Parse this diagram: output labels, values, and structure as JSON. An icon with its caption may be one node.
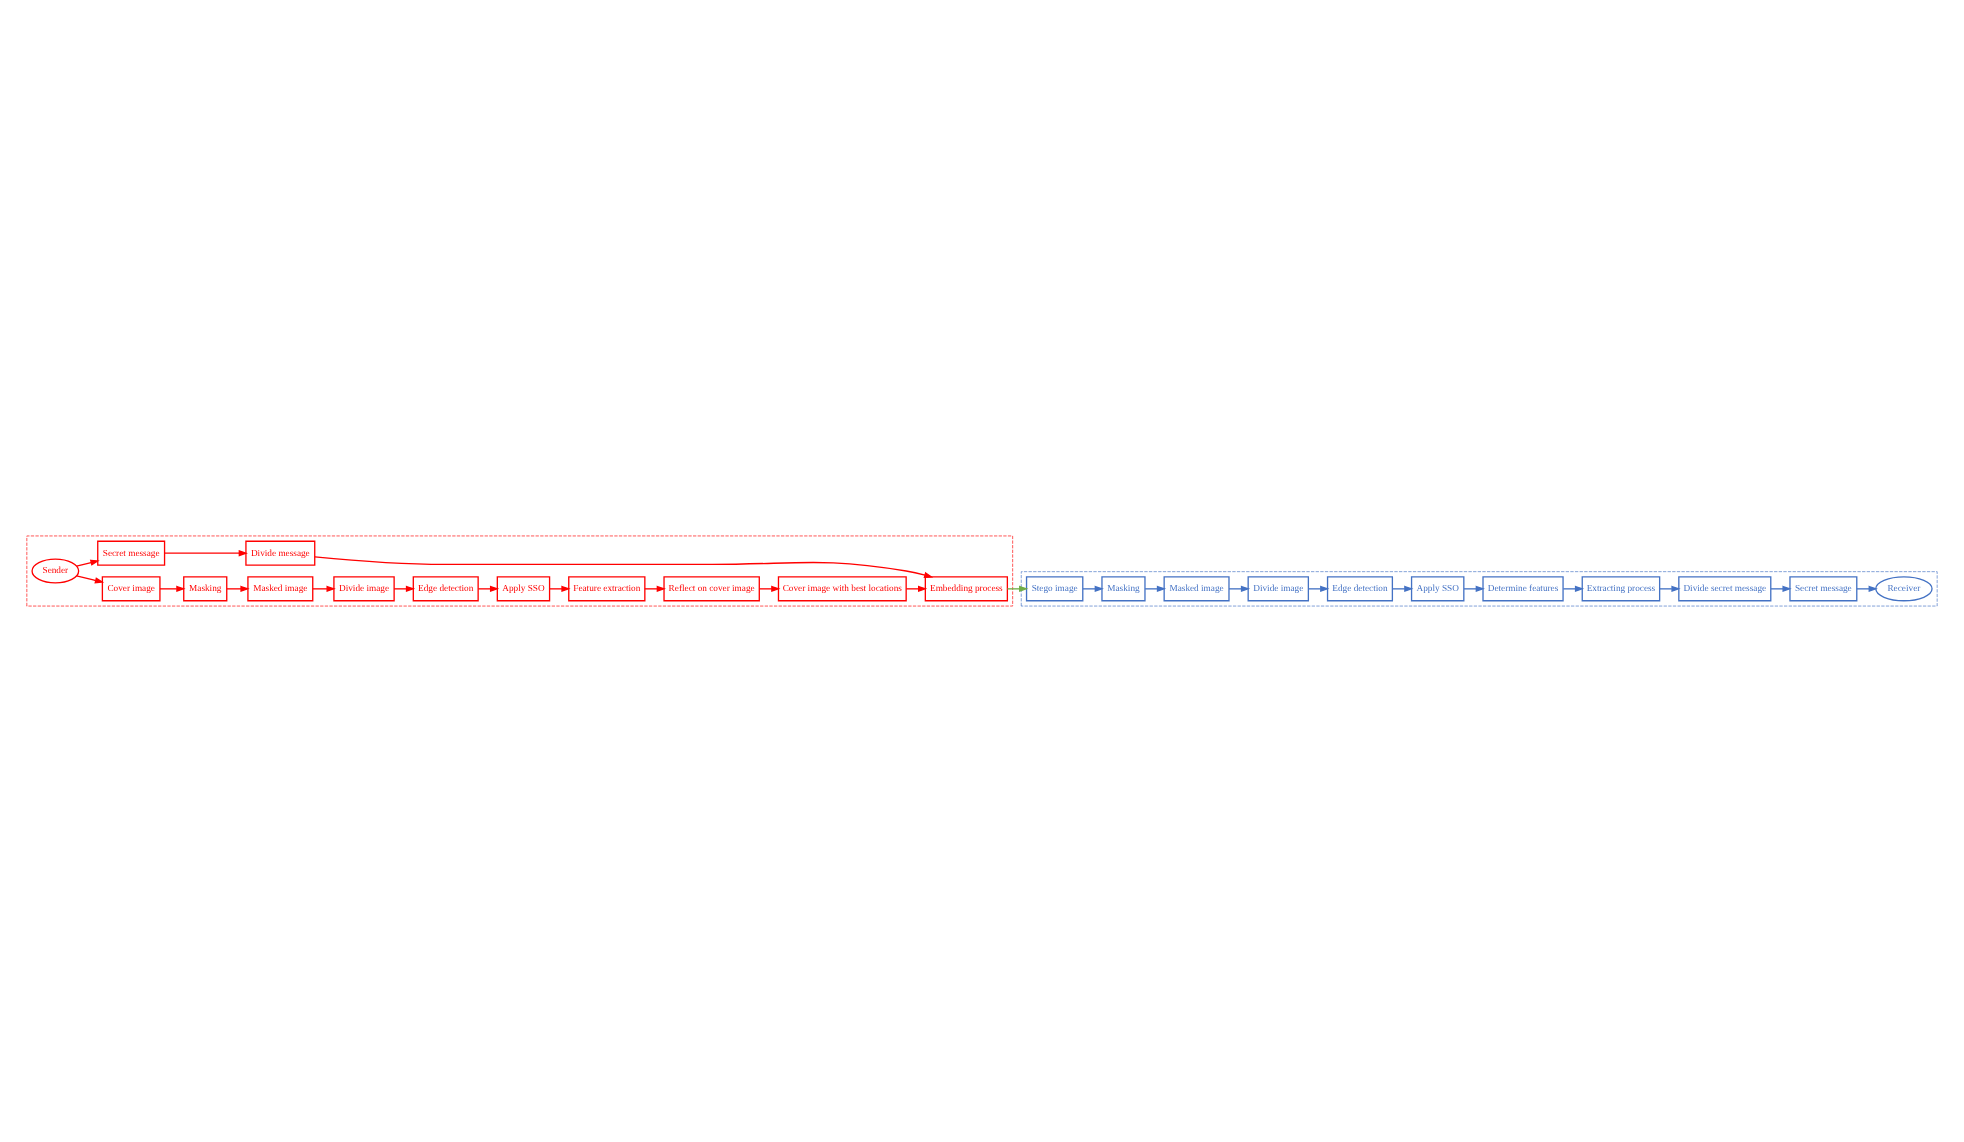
{
  "diagram": {
    "nodes": [
      {
        "text": [],
        "shape": "box"
      },
      {
        "text": [
          "Sender"
        ],
        "in": 0
      },
      {
        "text": [
          "Cover image"
        ],
        "in": 0
      },
      {
        "text": [
          "Masking"
        ],
        "in": 0
      },
      {
        "text": [
          "Masked image"
        ],
        "in": 0
      },
      {
        "text": [
          "Divide image"
        ],
        "in": 0
      },
      {
        "text": [
          "Feature extraction"
        ],
        "in": 0
      },
      {
        "text": [
          "Apply SSO"
        ],
        "in": 0
      },
      {
        "text": [
          "Edge detection"
        ],
        "in": 0
      },
      {
        "text": [
          "Reflect on cover image"
        ],
        "in": 0
      },
      {
        "text": [
          "Cover image with best locations"
        ],
        "in": 0
      },
      {
        "text": [
          "Secret message"
        ],
        "in": 0
      },
      {
        "text": [
          "Divide message"
        ],
        "in": 0
      },
      {
        "text": [
          "Embedding process"
        ],
        "in": 0
      },
      {
        "text": [],
        "shape": "box"
      },
      {
        "text": [
          "Receiver"
        ],
        "in": 14
      },
      {
        "text": [
          "Divide image"
        ],
        "in": 14
      },
      {
        "text": [
          "Masked image"
        ],
        "in": 14
      },
      {
        "text": [
          "Masking"
        ],
        "in": 14
      },
      {
        "text": [
          "Stego image"
        ],
        "in": 14
      },
      {
        "text": [
          "Edge detection"
        ],
        "in": 14
      },
      {
        "text": [
          "Apply SSO"
        ],
        "in": 14
      },
      {
        "text": [
          "Determine features"
        ],
        "in": 14
      },
      {
        "text": [
          "Secret message"
        ],
        "in": 14
      },
      {
        "text": [
          "Divide secret message"
        ],
        "in": 14
      },
      {
        "text": [
          "Extracting process"
        ],
        "in": 14
      }
    ],
    "edges": [
      {
        "from": 1,
        "to": 2,
        "arrow": "to"
      },
      {
        "from": 2,
        "to": 3,
        "arrow": "to"
      },
      {
        "from": 3,
        "to": 4,
        "arrow": "to"
      },
      {
        "from": 4,
        "to": 5,
        "arrow": "to"
      },
      {
        "from": 5,
        "to": 8,
        "arrow": "to"
      },
      {
        "from": 8,
        "to": 7,
        "arrow": "to"
      },
      {
        "from": 7,
        "to": 6,
        "arrow": "to"
      },
      {
        "from": 6,
        "to": 9,
        "arrow": "to"
      },
      {
        "from": 9,
        "to": 10,
        "arrow": "to"
      },
      {
        "from": 10,
        "to": 13,
        "arrow": "to"
      },
      {
        "from": 1,
        "to": 11,
        "arrow": "to"
      },
      {
        "from": 11,
        "to": 12,
        "arrow": "to"
      },
      {
        "from": 12,
        "to": 13,
        "arrow": "to"
      },
      {
        "from": 13,
        "to": 19,
        "arrow": "to",
        "color": "#70ad47"
      },
      {
        "from": 19,
        "to": 18,
        "arrow": "to",
        "color": "#4472c4"
      },
      {
        "from": 18,
        "to": 17,
        "arrow": "to",
        "color": "#4472c4"
      },
      {
        "from": 17,
        "to": 16,
        "arrow": "to",
        "color": "#4472c4"
      },
      {
        "from": 16,
        "to": 20,
        "arrow": "to",
        "color": "#4472c4"
      },
      {
        "from": 20,
        "to": 21,
        "arrow": "to",
        "color": "#4472c4"
      },
      {
        "from": 21,
        "to": 22,
        "arrow": "to",
        "color": "#4472c4"
      },
      {
        "from": 22,
        "to": 25,
        "arrow": "to",
        "color": "#4472c4"
      },
      {
        "from": 25,
        "to": 24,
        "arrow": "to",
        "color": "#4472c4"
      },
      {
        "from": 24,
        "to": 23,
        "arrow": "to",
        "color": "#4472c4"
      },
      {
        "from": 23,
        "to": 15,
        "arrow": "to",
        "color": "#4472c4"
      }
    ]
  }
}
